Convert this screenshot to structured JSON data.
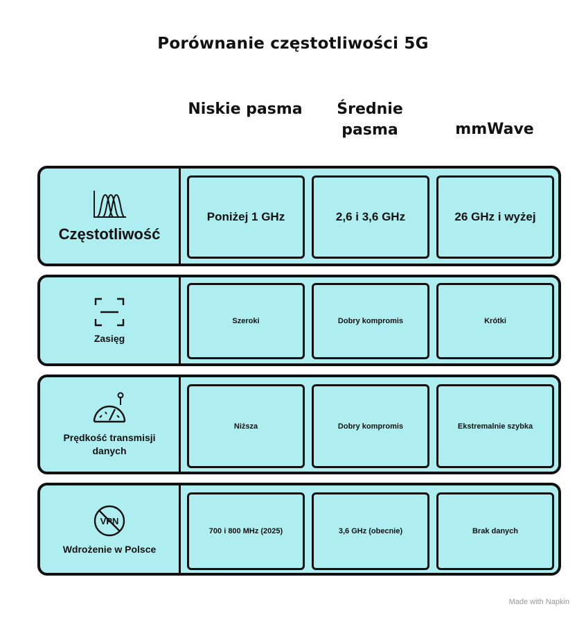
{
  "title": "Porównanie częstotliwości 5G",
  "columns": [
    "Niskie pasma",
    "Średnie pasma",
    "mmWave"
  ],
  "rows": [
    {
      "label": "Częstotliwość",
      "icon": "frequency-curves-icon",
      "cells": [
        "Poniżej 1 GHz",
        "2,6 i 3,6 GHz",
        "26 GHz i wyżej"
      ]
    },
    {
      "label": "Zasięg",
      "icon": "scan-frame-icon",
      "cells": [
        "Szeroki",
        "Dobry kompromis",
        "Krótki"
      ]
    },
    {
      "label": "Prędkość transmisji danych",
      "icon": "speedometer-icon",
      "cells": [
        "Niższa",
        "Dobry kompromis",
        "Ekstremalnie szybka"
      ]
    },
    {
      "label": "Wdrożenie w Polsce",
      "icon": "vpn-off-icon",
      "cells": [
        "700 i 800 MHz (2025)",
        "3,6 GHz (obecnie)",
        "Brak danych"
      ]
    }
  ],
  "colors": {
    "row_fill": "#afeef0",
    "outline": "#111111"
  },
  "watermark": "Made with Napkin"
}
